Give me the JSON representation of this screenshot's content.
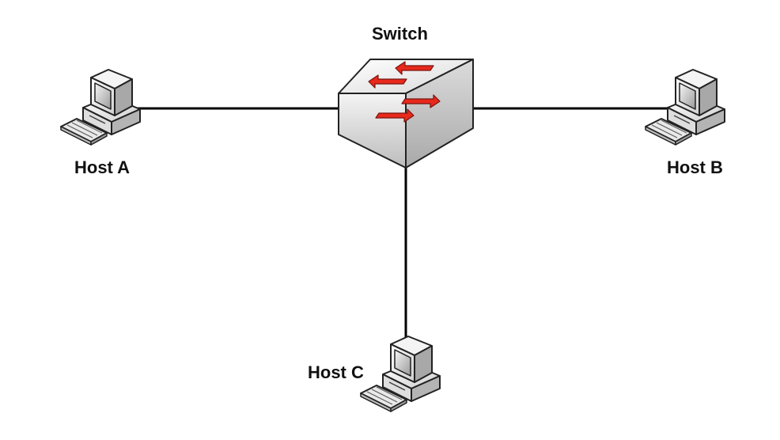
{
  "nodes": {
    "switch": {
      "label": "Switch",
      "icon": "network-switch-icon"
    },
    "host_a": {
      "label": "Host A",
      "icon": "computer-workstation-icon"
    },
    "host_b": {
      "label": "Host B",
      "icon": "computer-workstation-icon"
    },
    "host_c": {
      "label": "Host C",
      "icon": "computer-workstation-icon"
    }
  },
  "links": [
    {
      "from": "host_a",
      "to": "switch"
    },
    {
      "from": "switch",
      "to": "host_b"
    },
    {
      "from": "switch",
      "to": "host_c"
    }
  ],
  "colors": {
    "link": "#000000",
    "arrow": "#e8291c",
    "switch_face": "#e6e6e6",
    "computer_body": "#f2f2f2",
    "outline": "#222222"
  }
}
